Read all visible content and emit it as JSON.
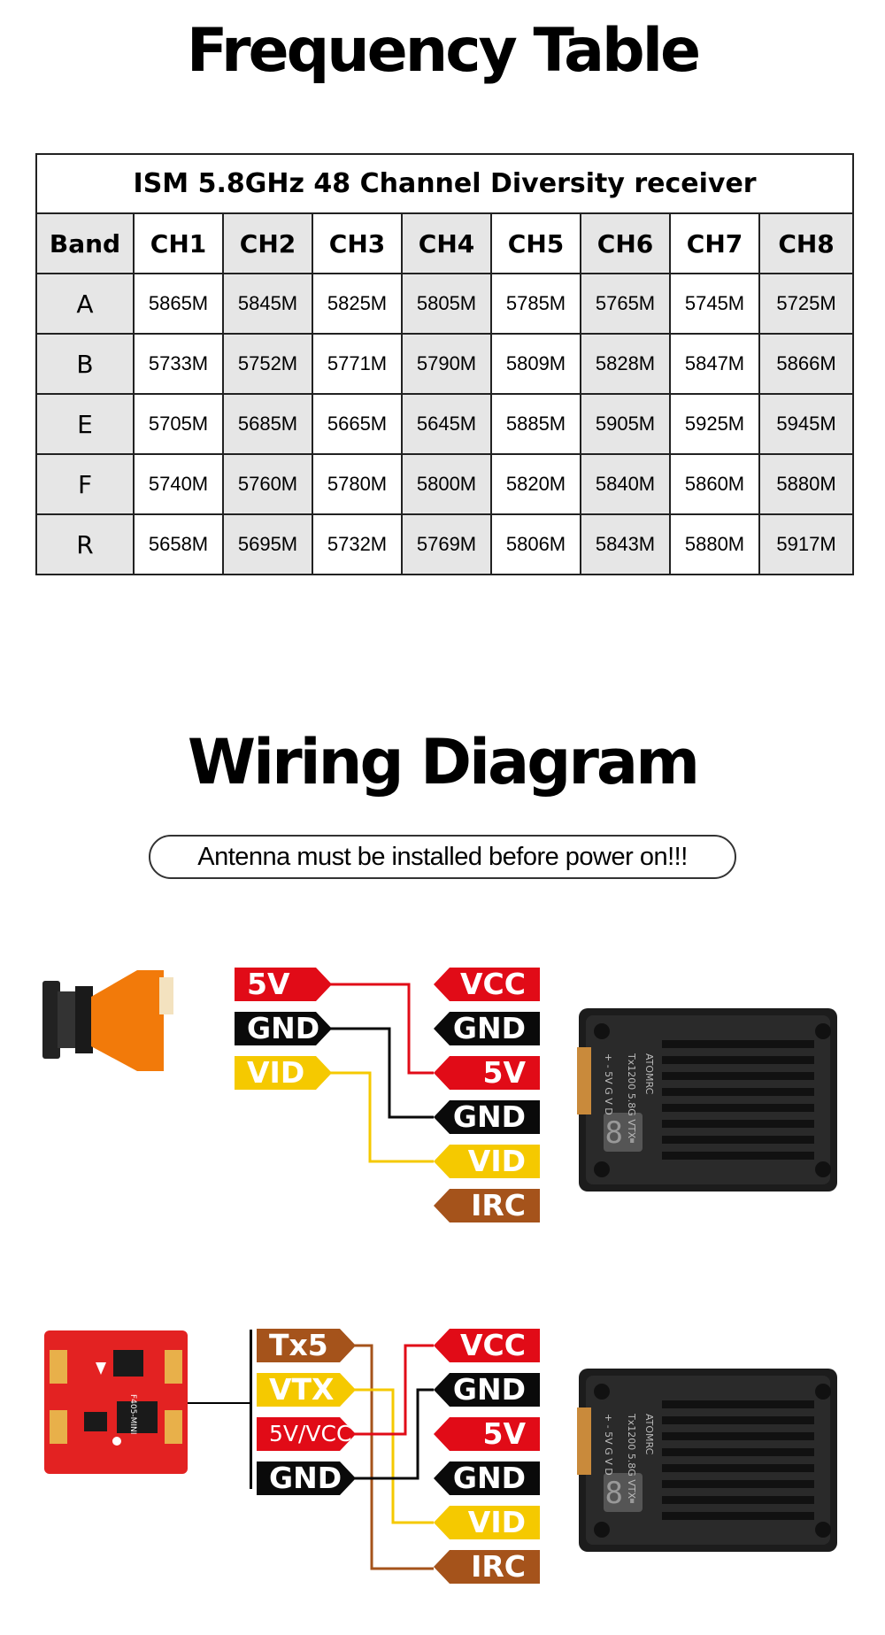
{
  "frequency_title": "Frequency Table",
  "table": {
    "caption": "ISM 5.8GHz 48 Channel  Diversity receiver",
    "band_header": "Band",
    "channels": [
      "CH1",
      "CH2",
      "CH3",
      "CH4",
      "CH5",
      "CH6",
      "CH7",
      "CH8"
    ],
    "rows": [
      {
        "band": "A",
        "values": [
          "5865M",
          "5845M",
          "5825M",
          "5805M",
          "5785M",
          "5765M",
          "5745M",
          "5725M"
        ]
      },
      {
        "band": "B",
        "values": [
          "5733M",
          "5752M",
          "5771M",
          "5790M",
          "5809M",
          "5828M",
          "5847M",
          "5866M"
        ]
      },
      {
        "band": "E",
        "values": [
          "5705M",
          "5685M",
          "5665M",
          "5645M",
          "5885M",
          "5905M",
          "5925M",
          "5945M"
        ]
      },
      {
        "band": "F",
        "values": [
          "5740M",
          "5760M",
          "5780M",
          "5800M",
          "5820M",
          "5840M",
          "5860M",
          "5880M"
        ]
      },
      {
        "band": "R",
        "values": [
          "5658M",
          "5695M",
          "5732M",
          "5769M",
          "5806M",
          "5843M",
          "5880M",
          "5917M"
        ]
      }
    ]
  },
  "wiring_title": "Wiring Diagram",
  "warning": "Antenna must be installed before power on!!!",
  "diagram1": {
    "source_pins": [
      "5V",
      "GND",
      "VID"
    ],
    "vtx_pins": [
      "VCC",
      "GND",
      "5V",
      "GND",
      "VID",
      "IRC"
    ]
  },
  "diagram2": {
    "source_pins": [
      "Tx5",
      "VTX",
      "5V/VCC",
      "GND"
    ],
    "vtx_pins": [
      "VCC",
      "GND",
      "5V",
      "GND",
      "VID",
      "IRC"
    ]
  },
  "vtx_label": {
    "brand": "ATOMRC",
    "model": "Tx1200 5.8G VTX",
    "pins": "+ - 5V G V D",
    "display": "8."
  },
  "fc_label": "F405-MINI",
  "colors": {
    "red": "#e10b17",
    "black": "#0a0a0a",
    "yellow": "#f5c900",
    "brown": "#a5531b",
    "camera_orange": "#f27a0a",
    "fc_red": "#e32222"
  }
}
